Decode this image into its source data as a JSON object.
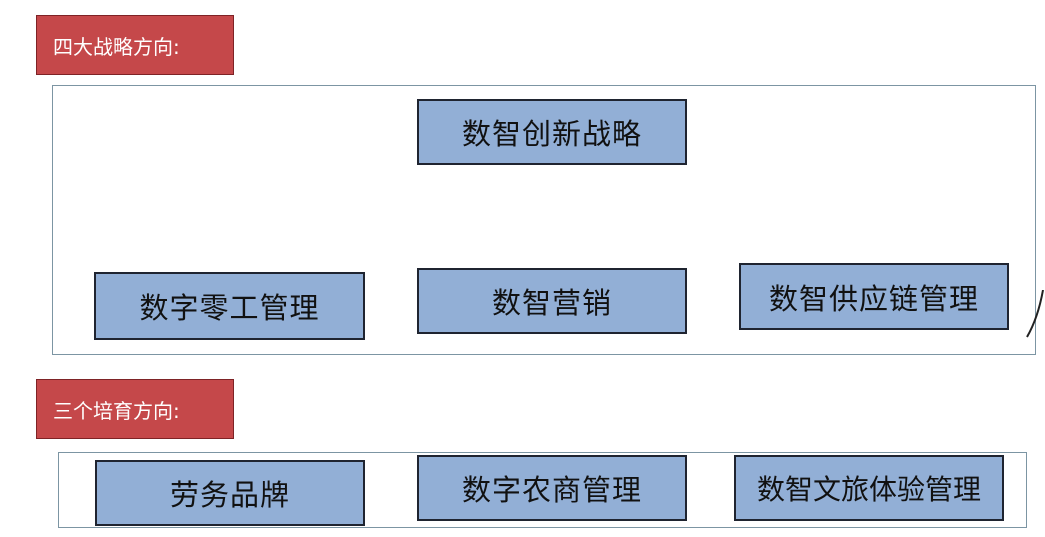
{
  "strategic_section": {
    "label": "四大战略方向:",
    "items": [
      {
        "label": "数智创新战略"
      },
      {
        "label": "数字零工管理"
      },
      {
        "label": "数智营销"
      },
      {
        "label": "数智供应链管理"
      }
    ]
  },
  "cultivation_section": {
    "label": "三个培育方向:",
    "items": [
      {
        "label": "劳务品牌"
      },
      {
        "label": "数字农商管理"
      },
      {
        "label": "数智文旅体验管理"
      }
    ]
  },
  "colors": {
    "label_fill": "#c5484a",
    "box_fill": "#92afd6",
    "frame_border": "#7c95a3"
  }
}
